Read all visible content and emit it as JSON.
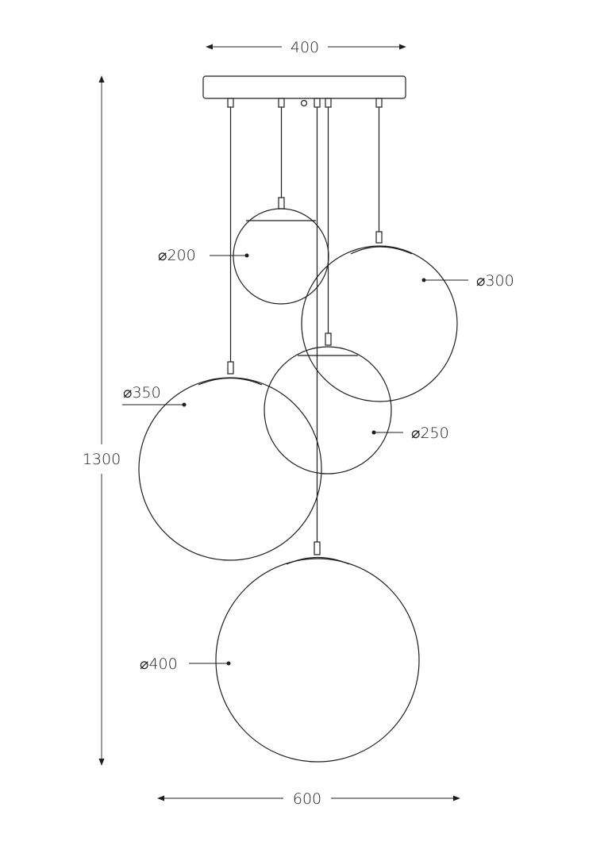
{
  "dimensions": {
    "canopy_width": "400",
    "total_width": "600",
    "total_height": "1300"
  },
  "globes": [
    {
      "id": "globe-200",
      "label": "⌀200"
    },
    {
      "id": "globe-300",
      "label": "⌀300"
    },
    {
      "id": "globe-250",
      "label": "⌀250"
    },
    {
      "id": "globe-350",
      "label": "⌀350"
    },
    {
      "id": "globe-400",
      "label": "⌀400"
    }
  ],
  "colors": {
    "line": "#1e1e1e",
    "background": "#ffffff"
  }
}
